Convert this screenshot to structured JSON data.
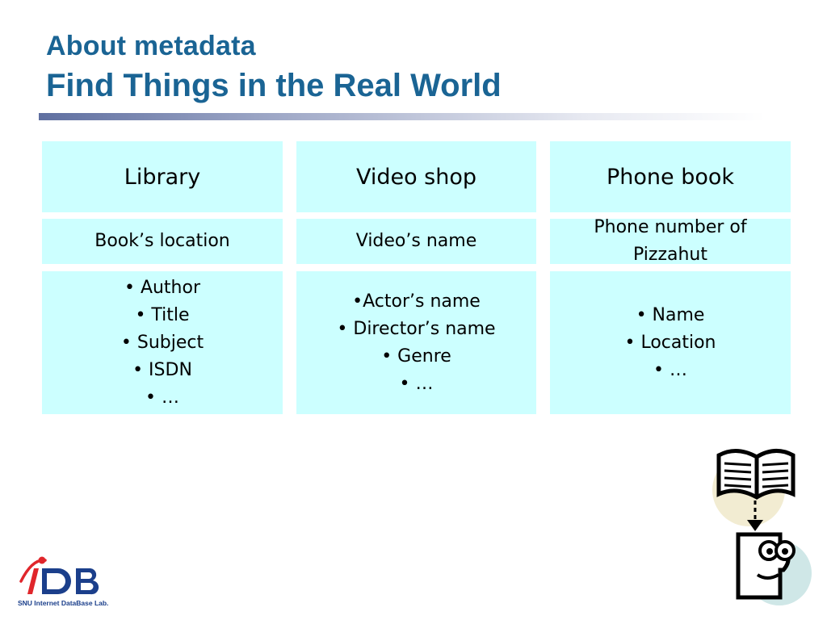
{
  "slide": {
    "title_line1": "About metadata",
    "title_line2": "Find Things in the Real World"
  },
  "table": {
    "columns": [
      {
        "header": "Library",
        "target": "Book’s location",
        "items": [
          "• Author",
          "• Title",
          "• Subject",
          "• ISDN",
          "• …"
        ]
      },
      {
        "header": "Video shop",
        "target": "Video’s name",
        "items": [
          "•Actor’s name",
          "• Director’s name",
          "• Genre",
          "• …"
        ]
      },
      {
        "header": "Phone book",
        "target_lines": [
          "Phone number of",
          "Pizzahut"
        ],
        "items": [
          "• Name",
          "• Location",
          "• …"
        ]
      }
    ]
  },
  "footer": {
    "logo_caption": "SNU Internet DataBase Lab."
  },
  "colors": {
    "title": "#1a6494",
    "cell_background": "#ccffff",
    "logo_red": "#e0262b",
    "logo_blue": "#1b3f8b"
  }
}
